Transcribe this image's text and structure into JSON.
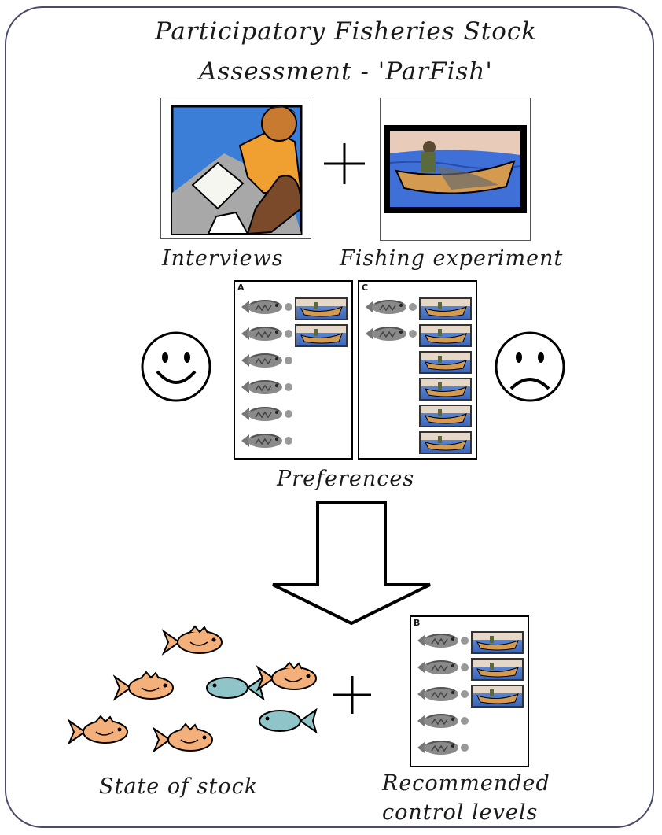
{
  "title": {
    "line1": "Participatory Fisheries Stock",
    "line2": "Assessment - 'ParFish'"
  },
  "top_labels": {
    "interviews": "Interviews",
    "fishing_experiment": "Fishing experiment"
  },
  "plus_symbol": "+",
  "panels": {
    "a": {
      "letter": "A",
      "fish_count": 6,
      "boat_count": 2
    },
    "c": {
      "letter": "C",
      "fish_count": 2,
      "boat_count": 6
    },
    "b": {
      "letter": "B",
      "fish_count": 5,
      "boat_count": 3
    }
  },
  "preferences_label": "Preferences",
  "bottom_labels": {
    "state_of_stock": "State of stock",
    "recommended_line1": "Recommended",
    "recommended_line2": "control levels"
  },
  "colors": {
    "frame_border": "#4a4a6a",
    "orange_fish": "#f4b07a",
    "blue_fish": "#8fc4c9",
    "water": "#3d66b8"
  }
}
